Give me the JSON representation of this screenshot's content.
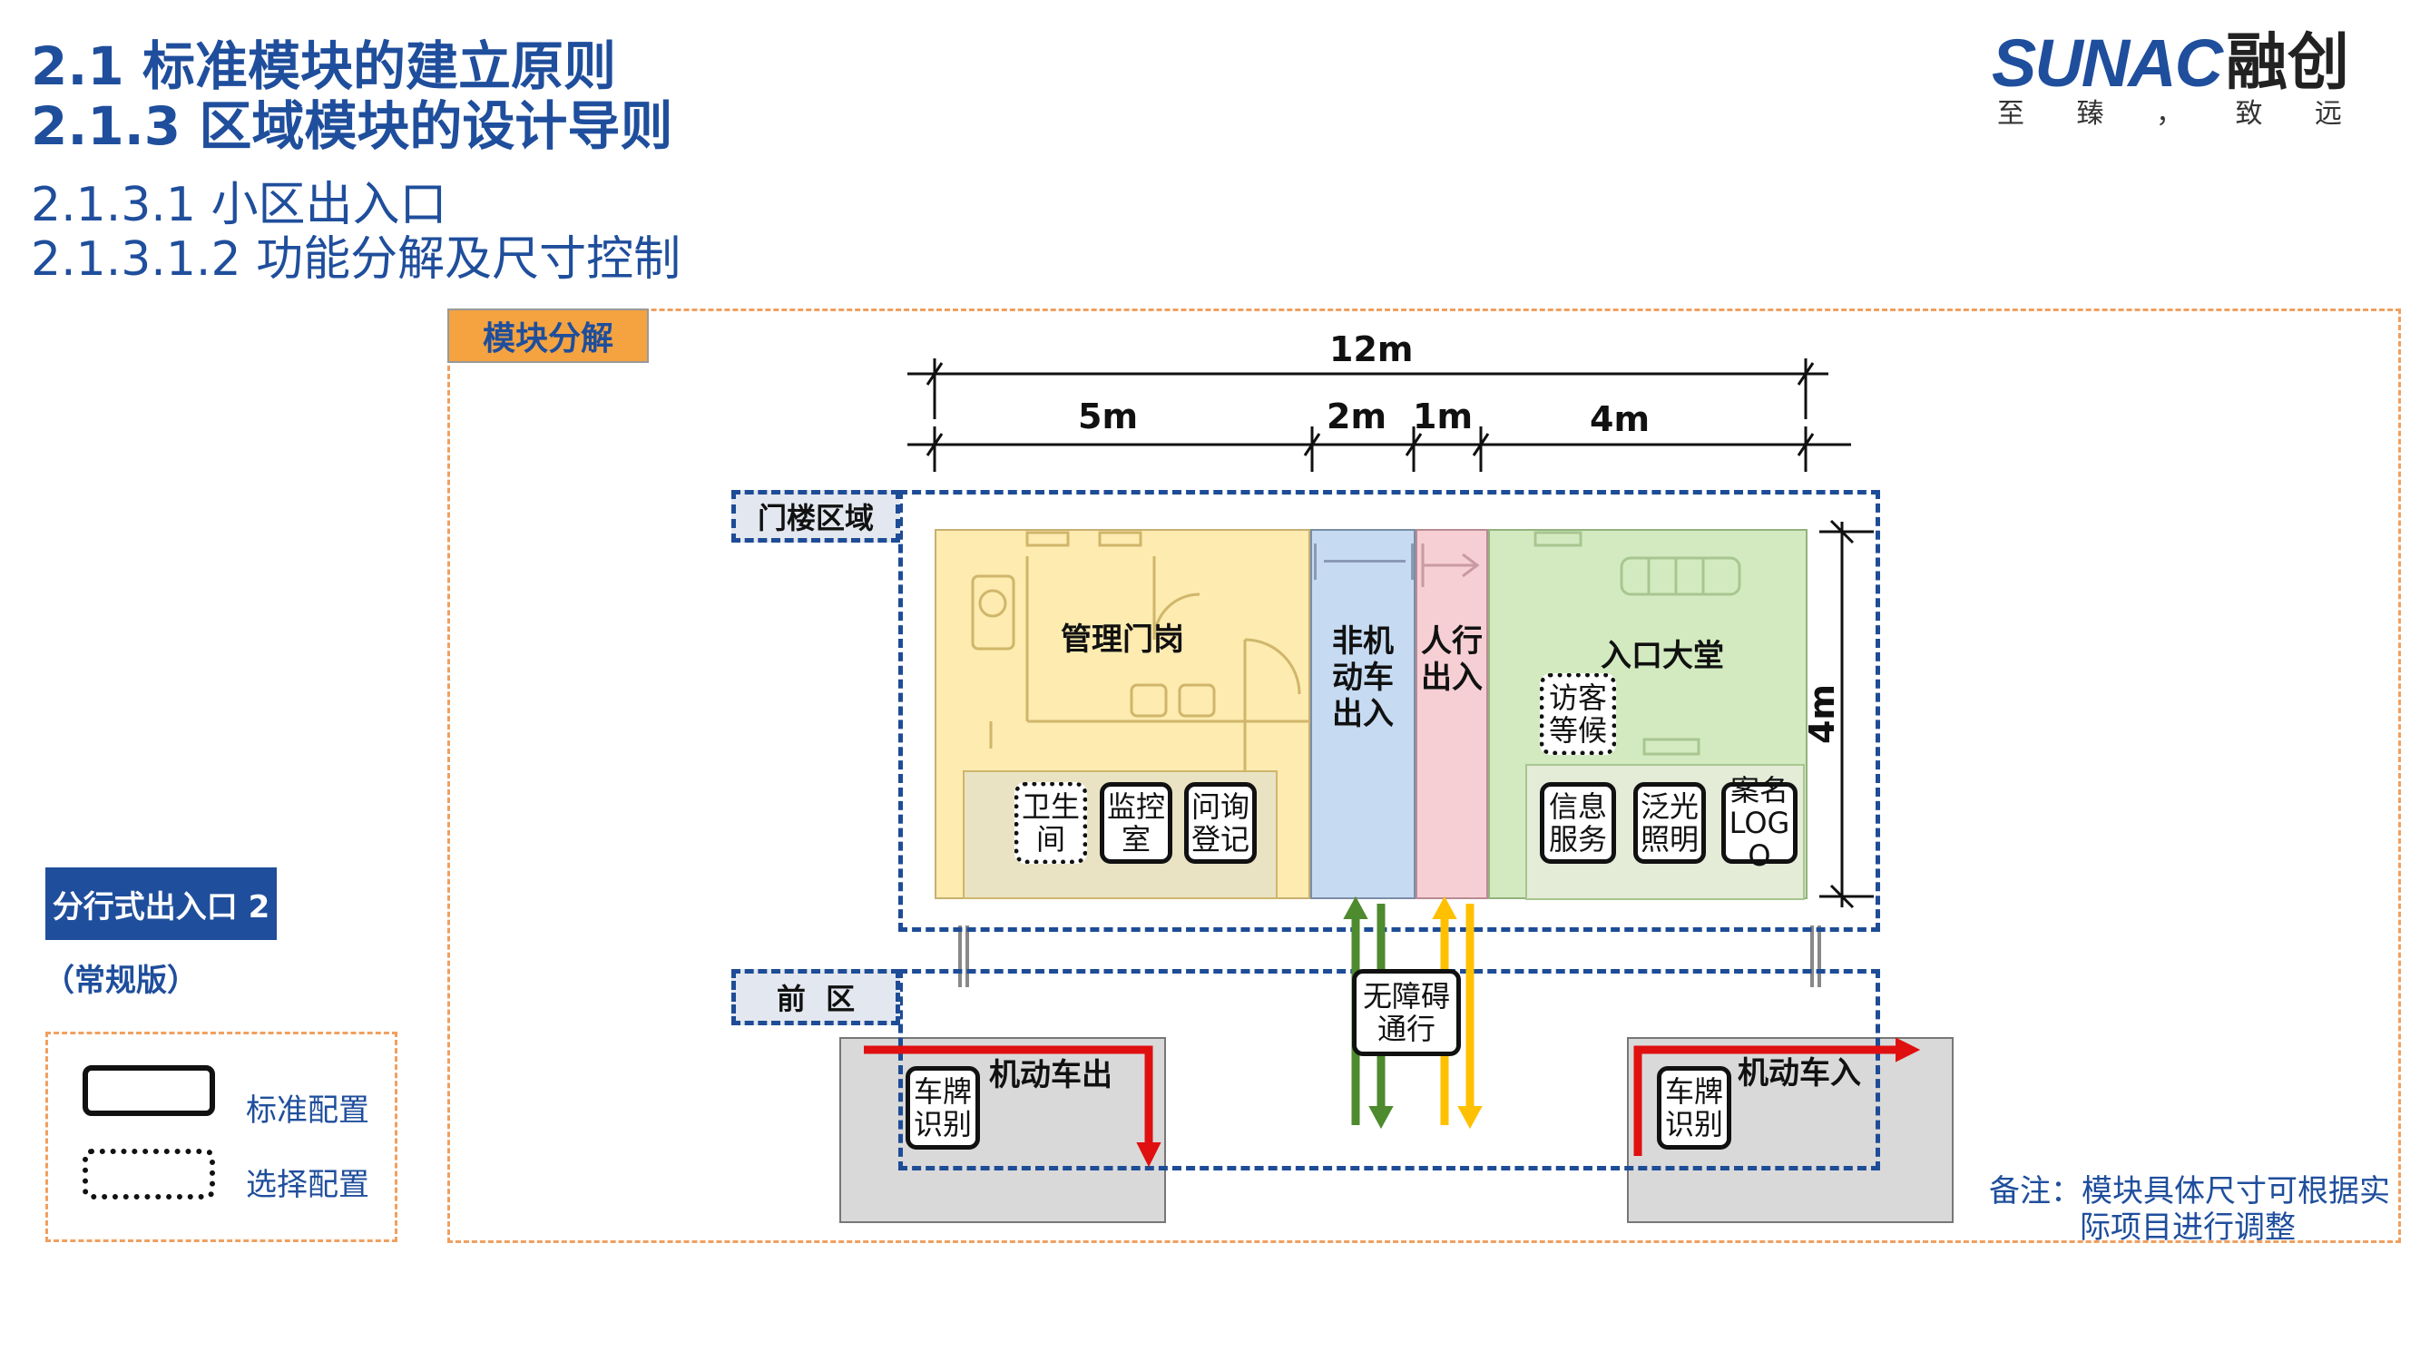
{
  "header": {
    "line1": "2.1 标准模块的建立原则",
    "line2": "2.1.3 区域模块的设计导则",
    "line3": "2.1.3.1 小区出入口",
    "line4": "2.1.3.1.2 功能分解及尺寸控制"
  },
  "logo": {
    "brand_en": "SUNAC",
    "brand_cn": "融创",
    "slogan": [
      "至",
      "臻",
      "，",
      "致",
      "远"
    ]
  },
  "left_panel": {
    "variant_title": "分行式出入口 2",
    "variant_sub": "（常规版）",
    "legend": [
      {
        "label": "标准配置",
        "style": "solid"
      },
      {
        "label": "选择配置",
        "style": "dotted"
      }
    ]
  },
  "diagram": {
    "tab": "模块分解",
    "dimensions": {
      "total": "12m",
      "seg1": "5m",
      "seg2": "2m",
      "seg3": "1m",
      "seg4": "4m",
      "depth": "4m"
    },
    "zones": {
      "gatehouse": "门楼区域",
      "front": "前  区"
    },
    "rooms": {
      "guard": "管理门岗",
      "bike": [
        "非机",
        "动车",
        "出入"
      ],
      "pedestrian": [
        "人行",
        "出入"
      ],
      "lobby": "入口大堂"
    },
    "guard_badges": [
      {
        "text": "卫生间",
        "optional": true
      },
      {
        "text": "监控室",
        "optional": false
      },
      {
        "text": "问询登记",
        "optional": false
      }
    ],
    "lobby_badges": [
      {
        "text": "信息服务",
        "optional": false
      },
      {
        "text": "泛光照明",
        "optional": false
      },
      {
        "text": "案名LOGO",
        "optional": false
      }
    ],
    "visitor_badge": {
      "text": "访客等候",
      "optional": true
    },
    "accessible_badge": {
      "text": "无障碍通行"
    },
    "vehicle_exit": {
      "label": "机动车出",
      "plate": "车牌识别"
    },
    "vehicle_entry": {
      "label": "机动车入",
      "plate": "车牌识别"
    },
    "note": [
      "备注：模块具体尺寸可根据实",
      "际项目进行调整"
    ]
  },
  "colors": {
    "title_blue": "#1f4e9c",
    "orange": "#f0a060",
    "tab_fill": "#f4a340",
    "guard_yellow": "#fdebb0",
    "bike_blue": "#c6dbf2",
    "ped_pink": "#f6cfd4",
    "lobby_green": "#d3eac0",
    "zone_dash": "#1e4c96",
    "arrow_red": "#e01010",
    "arrow_green": "#4e8a2e",
    "arrow_yellow": "#ffc000"
  }
}
